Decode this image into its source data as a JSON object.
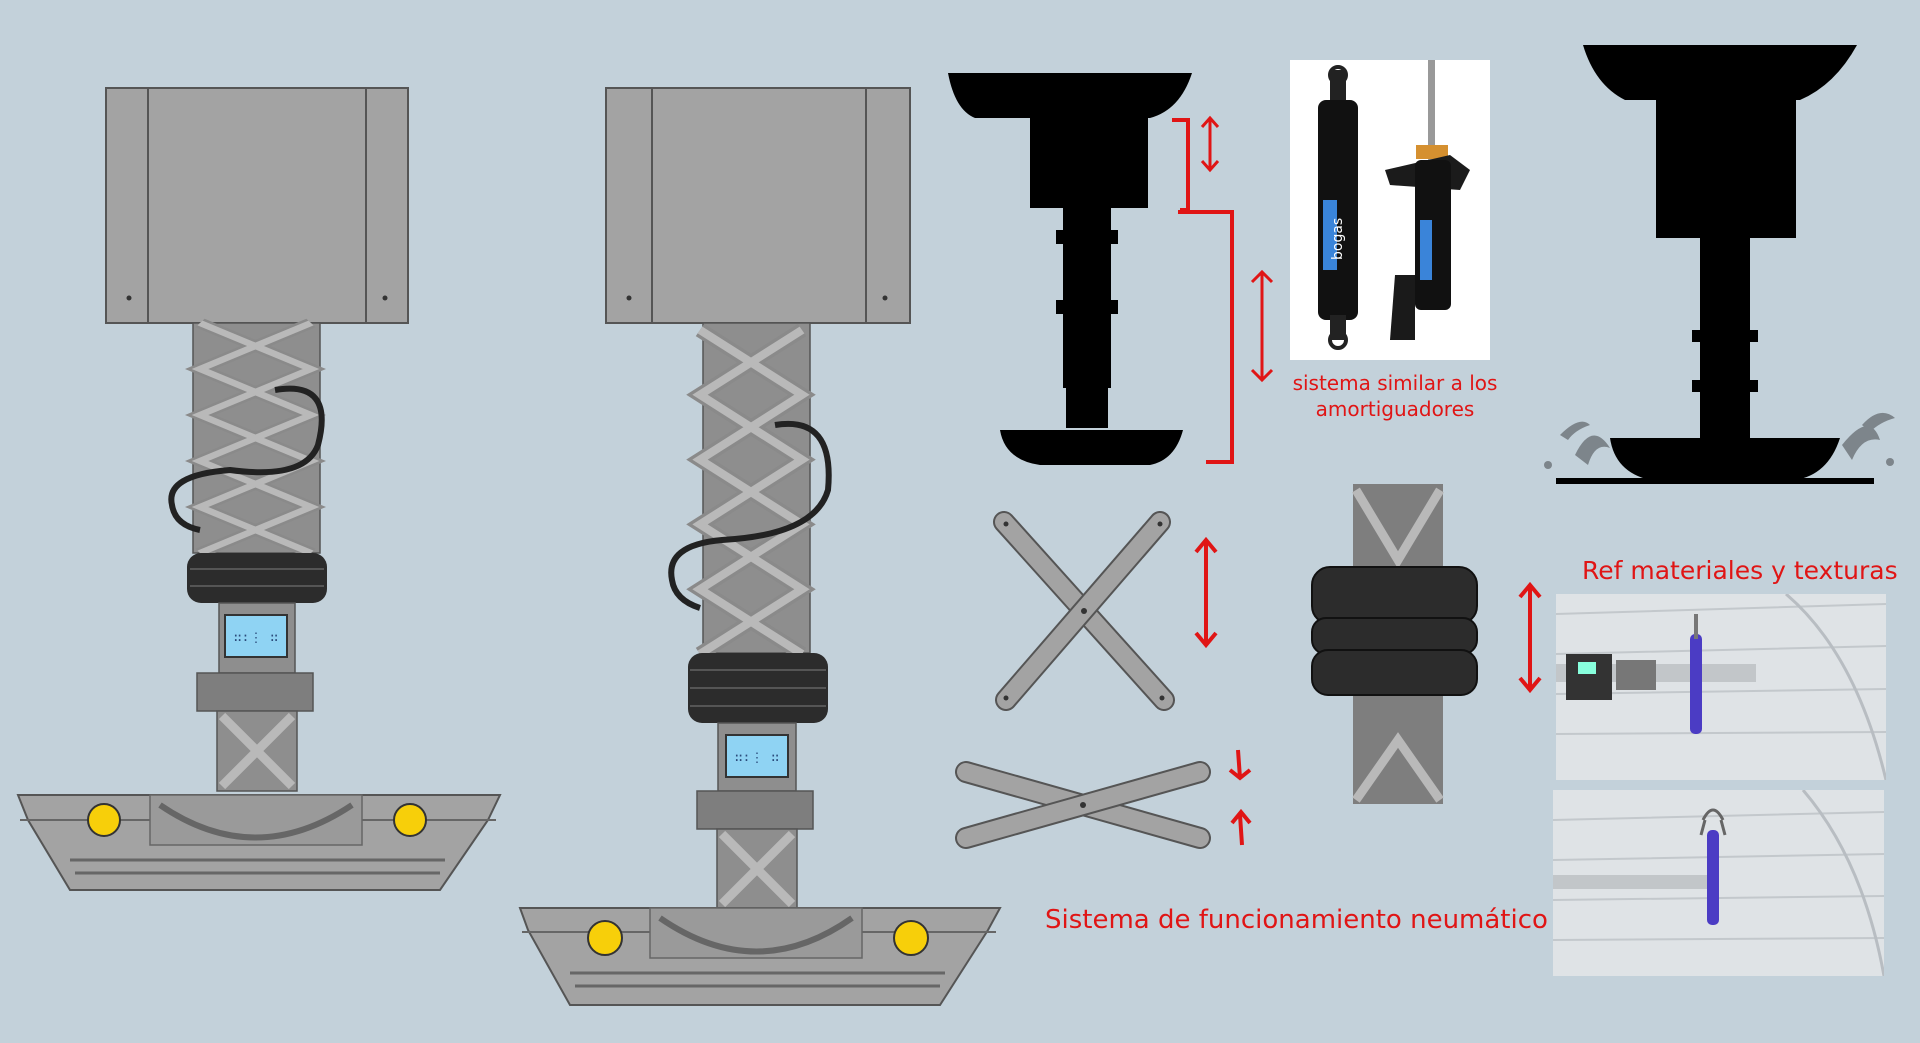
{
  "labels": {
    "shock_line1": "sistema  similar a los",
    "shock_line2": "amortiguadores",
    "materials": "Ref materiales y texturas",
    "pneumatic": "Sistema de funcionamiento neumático"
  },
  "screen_text": "∷∶⋮ ∷",
  "shock_brand": "bogas",
  "colors": {
    "background": "#c3d1da",
    "metal": "#a3a3a3",
    "metal_dark": "#8e8e8e",
    "rubber": "#2c2c2c",
    "silhouette": "#000000",
    "annotation_red": "#e01515",
    "lamp_yellow": "#f7cf0a",
    "screen_blue": "#8fd3f3"
  },
  "icons": [
    "double-arrow-icon",
    "bracket-icon",
    "scissor-link-icon",
    "splash-icon"
  ]
}
